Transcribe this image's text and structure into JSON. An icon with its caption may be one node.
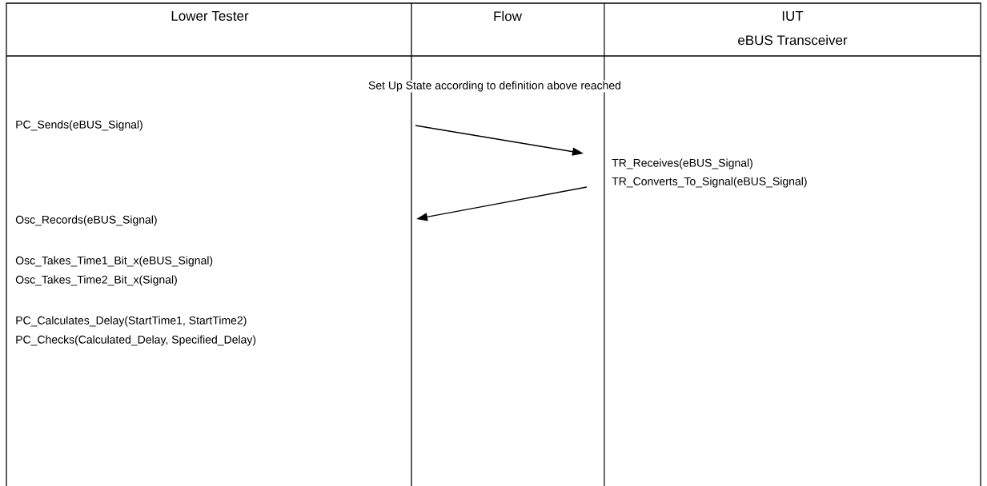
{
  "diagram": {
    "nodes": [
      {
        "text": [
          "TR_Receives(eBUS_Signal)"
        ]
      },
      {
        "text": [
          "TR_Converts_To_Signal(eBUS_Signal)"
        ]
      }
    ],
    "edges": [
      {
        "from": null,
        "to": 0,
        "arrow": "to"
      },
      {
        "from": 1,
        "to": null,
        "arrow": "to"
      }
    ],
    "labels": [
      "Lower Tester",
      "Flow",
      "IUT",
      "eBUS Transceiver",
      "Set Up State according to definition above reached",
      "PC_Sends(eBUS_Signal)",
      "Osc_Records(eBUS_Signal)",
      "Osc_Takes_Time1_Bit_x(eBUS_Signal)",
      "Osc_Takes_Time2_Bit_x(Signal)",
      "PC_Calculates_Delay(StartTime1, StartTime2)",
      "PC_Checks(Calculated_Delay, Specified_Delay)"
    ]
  }
}
